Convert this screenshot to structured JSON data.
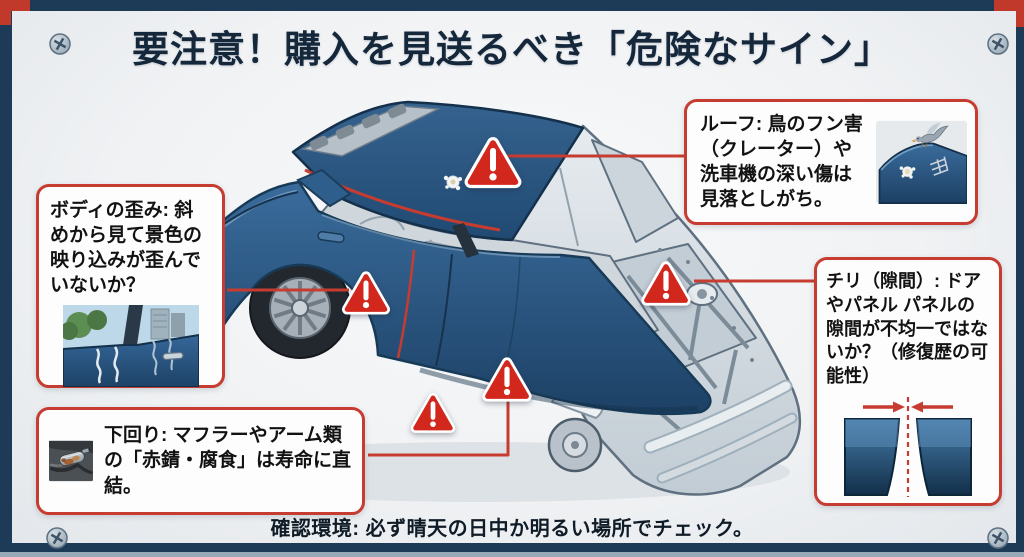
{
  "header": {
    "title": "要注意！購入を見送るべき「危険なサイン」"
  },
  "callouts": {
    "roof": {
      "label": "ルーフ: 鳥のフン害（クレーター）や洗車機の深い傷は見落としがち。"
    },
    "body_distortion": {
      "label": "ボディの歪み: 斜めから見て景色の映り込みが歪んでいないか？"
    },
    "underbody": {
      "label": "下回り: マフラーやアーム類の「赤錆・腐食」は寿命に直結。"
    },
    "panel_gap": {
      "label": "チリ（隙間）: ドアやパネル パネルの隙間が不均一ではないか？（修復歴の可能性）"
    }
  },
  "footer": {
    "note": "確認環境: 必ず晴天の日中か明るい場所でチェック。"
  },
  "icons": {
    "warning": "warning-triangle-icon",
    "screw": "screw-icon",
    "bird": "bird-icon"
  },
  "colors": {
    "accent_red": "#c63c30",
    "frame_navy": "#1d3a57",
    "car_blue": "#2e5f8c",
    "bare_metal": "#d7dde3",
    "background": "#f0f2f4",
    "title_navy": "#15273b"
  }
}
